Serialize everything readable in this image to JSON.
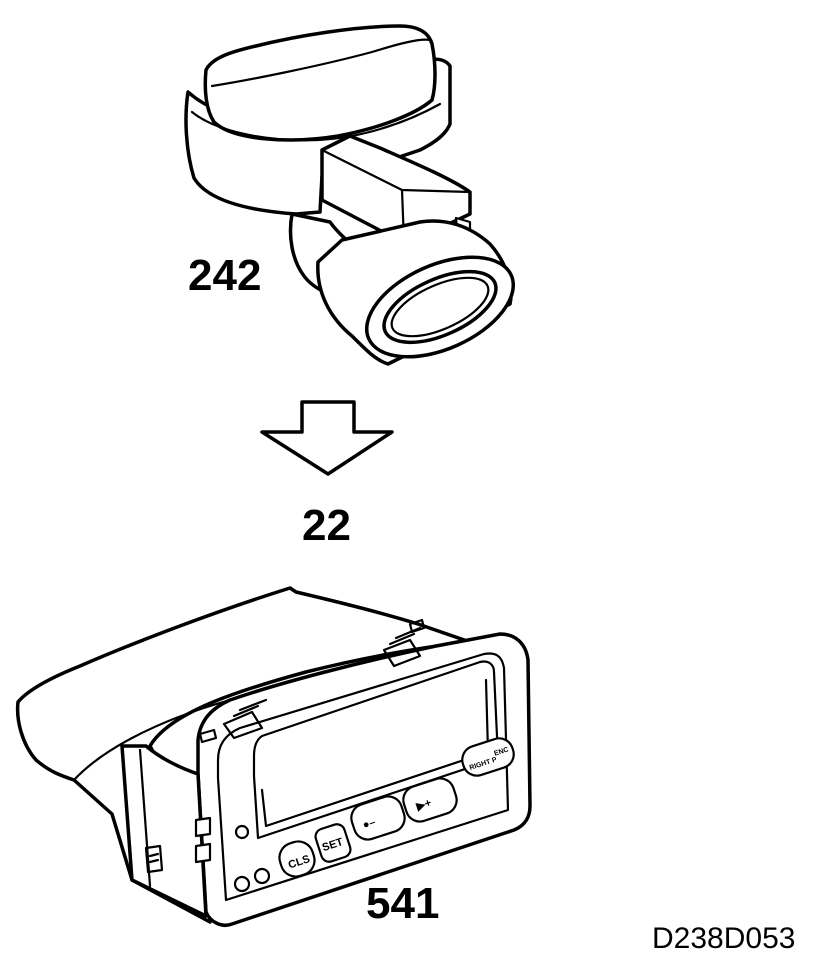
{
  "callouts": {
    "sensor": "242",
    "arrow": "22",
    "unit": "541"
  },
  "reference": "D238D053",
  "unit_buttons": {
    "cls": "CLS",
    "set": "SET",
    "minus": "●–",
    "plus": "▶+",
    "right_top": "RIGHT P",
    "right_top_2": "ENC"
  },
  "colors": {
    "ink": "#000000",
    "paper": "#ffffff"
  }
}
